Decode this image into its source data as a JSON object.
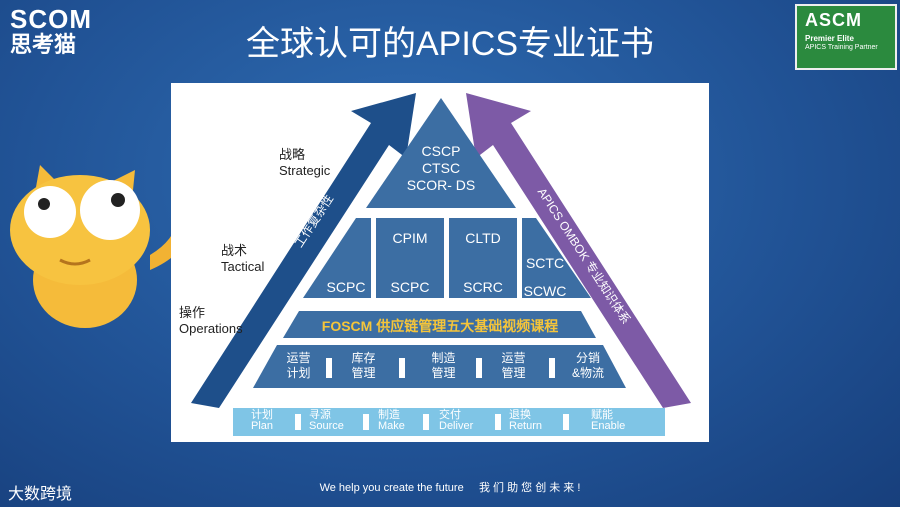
{
  "logo": {
    "brand": "SCOM",
    "subtitle": "思考猫"
  },
  "title": "全球认可的APICS专业证书",
  "badge": {
    "name": "ASCM",
    "line1": "Premier Elite",
    "line2": "APICS Training Partner"
  },
  "levels": {
    "strategic": {
      "cn": "战略",
      "en": "Strategic"
    },
    "tactical": {
      "cn": "战术",
      "en": "Tactical"
    },
    "operations": {
      "cn": "操作",
      "en": "Operations"
    }
  },
  "arrows": {
    "left": "工作复杂性",
    "right": "APICS OMBOK 专业知识体系"
  },
  "top_certs": [
    "CSCP",
    "CTSC",
    "SCOR- DS"
  ],
  "mid": {
    "scpc_left": "SCPC",
    "cpim": "CPIM",
    "cltd": "CLTD",
    "sctc": "SCTC",
    "scpc": "SCPC",
    "scrc": "SCRC",
    "scwc": "SCWC"
  },
  "foscm": "FOSCM 供应链管理五大基础视频课程",
  "modules": [
    {
      "line1": "运营",
      "line2": "计划"
    },
    {
      "line1": "库存",
      "line2": "管理"
    },
    {
      "line1": "制造",
      "line2": "管理"
    },
    {
      "line1": "运营",
      "line2": "管理"
    },
    {
      "line1": "分销",
      "line2": "&物流"
    }
  ],
  "bottom": [
    {
      "cn": "计划",
      "en": "Plan"
    },
    {
      "cn": "寻源",
      "en": "Source"
    },
    {
      "cn": "制造",
      "en": "Make"
    },
    {
      "cn": "交付",
      "en": "Deliver"
    },
    {
      "cn": "退换",
      "en": "Return"
    },
    {
      "cn": "赋能",
      "en": "Enable"
    }
  ],
  "footer": {
    "en": "We help you create the future",
    "cn": "我 们 助 您 创 未 来 !"
  },
  "footer_logo": "大数跨境"
}
